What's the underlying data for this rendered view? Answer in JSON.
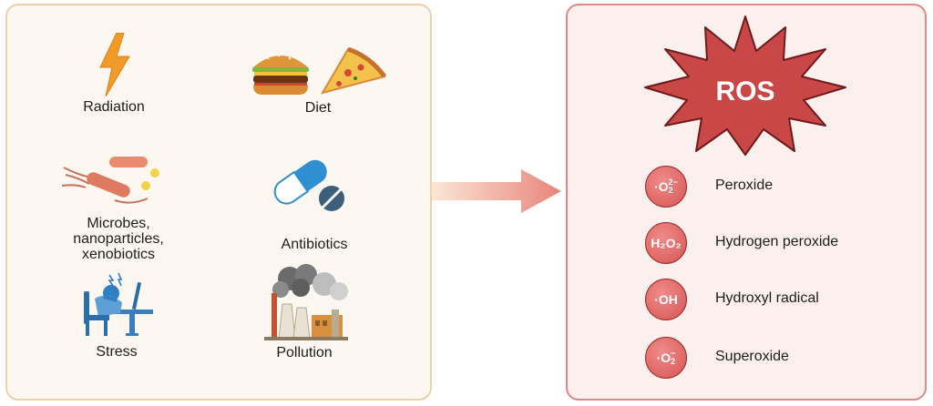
{
  "sources": {
    "radiation": "Radiation",
    "diet": "Diet",
    "microbes_lines": [
      "Microbes,",
      "nanoparticles,",
      "xenobiotics"
    ],
    "antibiotics": "Antibiotics",
    "stress": "Stress",
    "pollution": "Pollution"
  },
  "ros": {
    "title": "ROS",
    "species": [
      {
        "formula": "O",
        "charge": "2−",
        "dot": "·",
        "sub": "2",
        "name": "Peroxide"
      },
      {
        "formula": "H₂O₂",
        "name": "Hydrogen peroxide"
      },
      {
        "formula": "OH",
        "dot": "·",
        "name": "Hydroxyl radical"
      },
      {
        "formula": "O",
        "charge": "−",
        "dot": "·",
        "sub": "2",
        "name": "Superoxide"
      }
    ]
  },
  "colors": {
    "left_panel_bg": "#fcf7f1",
    "left_panel_border": "#f1cfa8",
    "right_panel_bg": "#fcf0ef",
    "right_panel_border": "#e0898a",
    "ros_star": "#c94746",
    "arrow": "#ea8a7e"
  },
  "icons": {
    "radiation": "lightning-icon",
    "diet": "burger-pizza-icon",
    "microbes": "bacteria-icon",
    "antibiotics": "pill-icon",
    "stress": "stressed-worker-icon",
    "pollution": "factory-smoke-icon"
  }
}
